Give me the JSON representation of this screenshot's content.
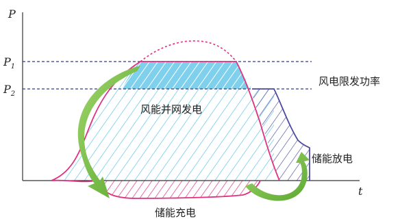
{
  "axes": {
    "y_label": "P",
    "x_label": "t"
  },
  "levels": {
    "p1": {
      "letter": "P",
      "sub": "1"
    },
    "p2": {
      "letter": "P",
      "sub": "2"
    }
  },
  "labels": {
    "wind_limit_power": "风电限发功率",
    "wind_grid_power": "风能并网发电",
    "storage_discharge": "储能放电",
    "storage_charge": "储能充电"
  },
  "colors": {
    "axis": "#333333",
    "dashed_level": "#2b3b8f",
    "pink_curve": "#e0307f",
    "cyan_fill": "#7fd0ec",
    "cyan_hatch": "#5ec6e8",
    "blue_outline": "#4a4aa0",
    "green_arrow": "#7cc243"
  }
}
